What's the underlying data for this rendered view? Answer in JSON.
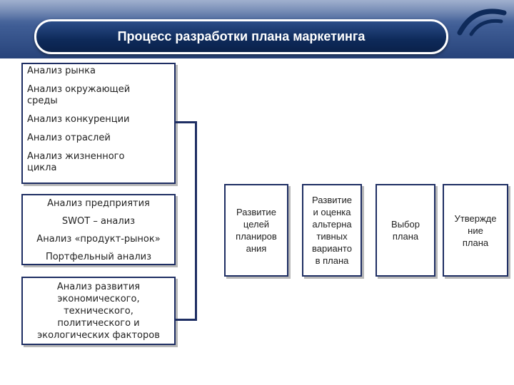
{
  "header": {
    "title": "Процесс разработки плана маркетинга"
  },
  "colors": {
    "band": "#3f5d95",
    "pill": "#0e2a5a",
    "box_border": "#1e2e63"
  },
  "analysis_group_1": {
    "items": [
      "Анализ рынка",
      "Анализ окружающей\nсреды",
      "Анализ  конкуренции",
      "Анализ отраслей",
      "Анализ жизненного\nцикла"
    ]
  },
  "analysis_group_2": {
    "items": [
      "Анализ предприятия",
      "SWOT – анализ",
      "Анализ «продукт-рынок»",
      "Портфельный анализ"
    ]
  },
  "analysis_group_3": {
    "text": "Анализ развития\nэкономического,\nтехнического,\nполитического и\nэкологических факторов"
  },
  "stages": [
    "Развитие\nцелей\nпланиров\nания",
    "Развитие\nи оценка\nальтерна\nтивных\nварианто\nв плана",
    "Выбор\nплана",
    "Утвержде\nние\nплана"
  ]
}
